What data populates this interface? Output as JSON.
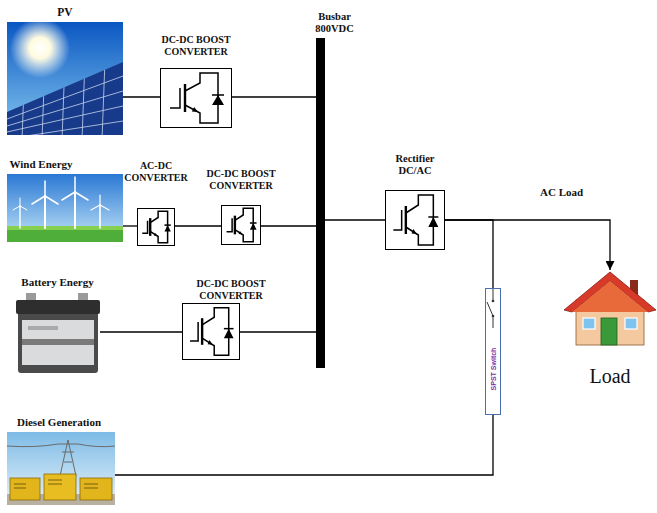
{
  "diagram": {
    "nodes": [
      {
        "text": [
          "PV"
        ]
      },
      {
        "text": [
          "DC-DC BOOST CONVERTER"
        ]
      },
      {
        "text": [
          "Busbar 800VDC"
        ]
      },
      {
        "text": [
          "Wind Energy"
        ]
      },
      {
        "text": [
          "AC-DC CONVERTER"
        ]
      },
      {
        "text": [
          "DC-DC BOOST CONVERTER"
        ]
      },
      {
        "text": [
          "Battery Energy"
        ]
      },
      {
        "text": [
          "DC-DC BOOST CONVERTER"
        ]
      },
      {
        "text": [
          "Rectifier DC/AC"
        ]
      },
      {
        "text": [
          "SPST Switch"
        ]
      },
      {
        "text": [
          "Load"
        ]
      },
      {
        "text": [
          "Diesel Generation"
        ]
      }
    ],
    "edges": [
      {
        "from": 0,
        "to": 1,
        "arrow": "none"
      },
      {
        "from": 1,
        "to": 2,
        "arrow": "none"
      },
      {
        "from": 3,
        "to": 4,
        "arrow": "none"
      },
      {
        "from": 4,
        "to": 5,
        "arrow": "none"
      },
      {
        "from": 5,
        "to": 2,
        "arrow": "none"
      },
      {
        "from": 6,
        "to": 7,
        "arrow": "none"
      },
      {
        "from": 7,
        "to": 2,
        "arrow": "none"
      },
      {
        "from": 2,
        "to": 8,
        "arrow": "none"
      },
      {
        "from": 8,
        "to": 10,
        "label": "AC Load",
        "arrow": "to"
      },
      {
        "from": 8,
        "to": 9,
        "arrow": "none"
      },
      {
        "from": 11,
        "to": 9,
        "arrow": "none"
      }
    ]
  }
}
